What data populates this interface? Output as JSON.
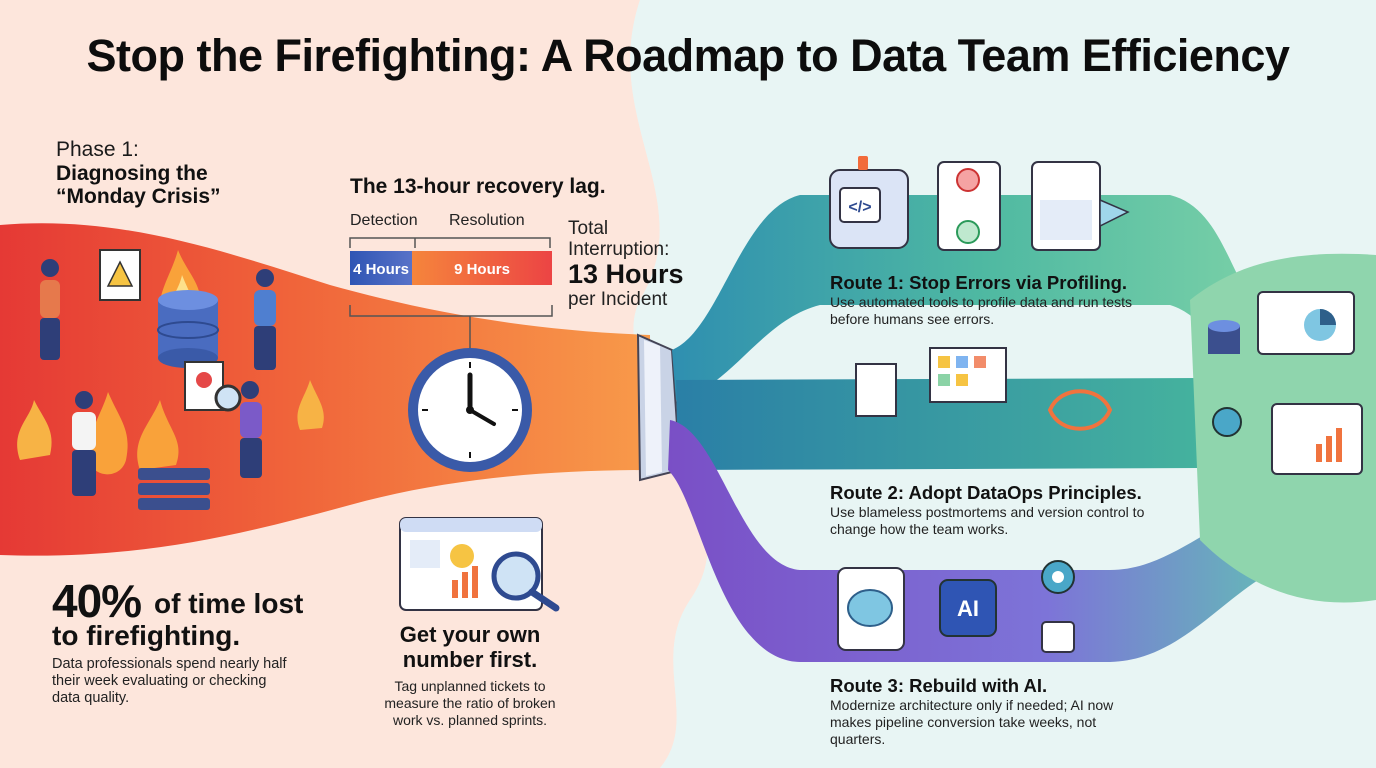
{
  "title": "Stop the Firefighting: A Roadmap to Data Team Efficiency",
  "phase1": {
    "label": "Phase 1:",
    "title_line1": "Diagnosing the",
    "title_line2": "“Monday Crisis”"
  },
  "recovery": {
    "title": "The 13-hour recovery lag.",
    "detection_label": "Detection",
    "resolution_label": "Resolution",
    "detection_value": "4 Hours",
    "resolution_value": "9 Hours",
    "detection_hours": 4,
    "resolution_hours": 9,
    "total_line1": "Total",
    "total_line2": "Interruption:",
    "total_hours": "13 Hours",
    "total_per": "per Incident"
  },
  "stat": {
    "big": "40%",
    "tail": "of time lost",
    "line2": "to firefighting.",
    "body": "Data professionals spend nearly half their week evaluating or checking data quality."
  },
  "own_number": {
    "title_line1": "Get your own",
    "title_line2": "number first.",
    "body": "Tag unplanned tickets to measure the ratio of broken work vs. planned sprints."
  },
  "routes": [
    {
      "title": "Route 1: Stop Errors via Profiling.",
      "body": "Use automated tools to profile data and run tests before humans see errors."
    },
    {
      "title": "Route 2: Adopt DataOps Principles.",
      "body": "Use blameless postmortems and version control to change how the team works."
    },
    {
      "title": "Route 3: Rebuild with AI.",
      "body": "Modernize architecture only if needed; AI now makes pipeline conversion take weeks, not quarters."
    }
  ],
  "ai_chip_label": "AI",
  "icons": [
    "fire-icon",
    "database-icon",
    "warning-document-icon",
    "magnifier-icon",
    "clock-icon",
    "funnel-icon",
    "code-window-icon",
    "error-icon",
    "check-icon",
    "dashboard-icon",
    "gear-icon",
    "brain-icon",
    "ai-chip-icon",
    "people-icon",
    "pie-chart-icon",
    "bar-chart-icon"
  ],
  "colors": {
    "fire_red": "#e53935",
    "fire_orange": "#f7862e",
    "route1_green": "#5cc2a0",
    "route2_teal": "#2f9aa6",
    "route3_purple": "#8c6ad2",
    "detection_blue": "#3f63b8",
    "resolution_red": "#ee5a45"
  }
}
